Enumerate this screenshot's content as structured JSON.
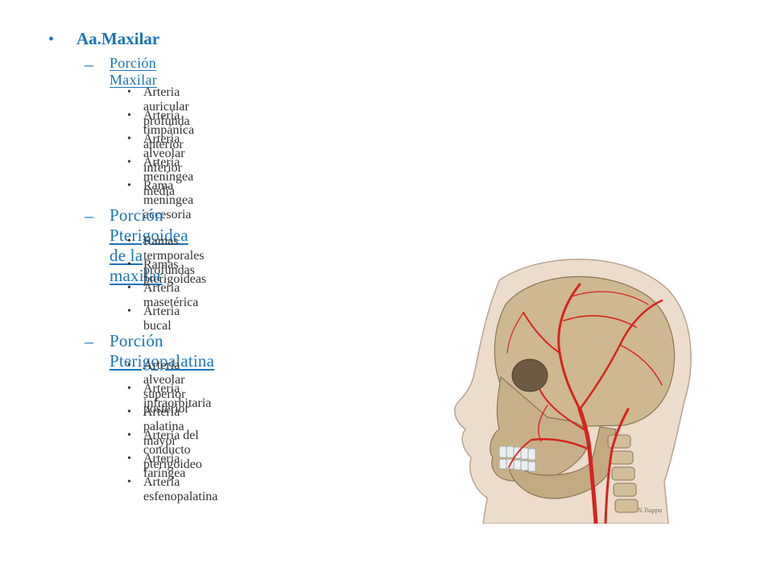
{
  "slide": {
    "heading": "Aa.Maxilar",
    "sections": [
      {
        "prefix": "",
        "link": "Porción Maxilar",
        "size": "small",
        "items": [
          "Arteria auricular profunda",
          "Arteria timpánica anterior",
          "Arteria alveolar inferior",
          "Arteria meníngea media",
          "Rama meníngea accesoria"
        ]
      },
      {
        "prefix": "Porción ",
        "link": "Pterigoidea de la maxilar",
        "size": "big",
        "items": [
          "Ramas termporales profundas",
          "Ramas pterigoideas",
          "Arteria masetérica",
          "Arteria bucal"
        ]
      },
      {
        "prefix": "Porción ",
        "link": "Pterigopalatina",
        "size": "big",
        "items": [
          "Arteria alveolar superior posterior",
          "Arteria infraorbitaria",
          "Arteria palatina mayor",
          "Arteria del conducto pterigoideo",
          "Arteria faríngea",
          "Arteria esfenopalatina"
        ]
      }
    ],
    "bullet_l1": "•",
    "dash": "–",
    "bullet_l3": "•"
  },
  "illustration": {
    "name": "anatomical-head-illustration",
    "signature": "N.Tsuppa"
  },
  "colors": {
    "accent": "#1a75bc",
    "text": "#333333",
    "artery": "#d8231f",
    "bone": "#c9b48e",
    "skin": "#ead8c6"
  }
}
